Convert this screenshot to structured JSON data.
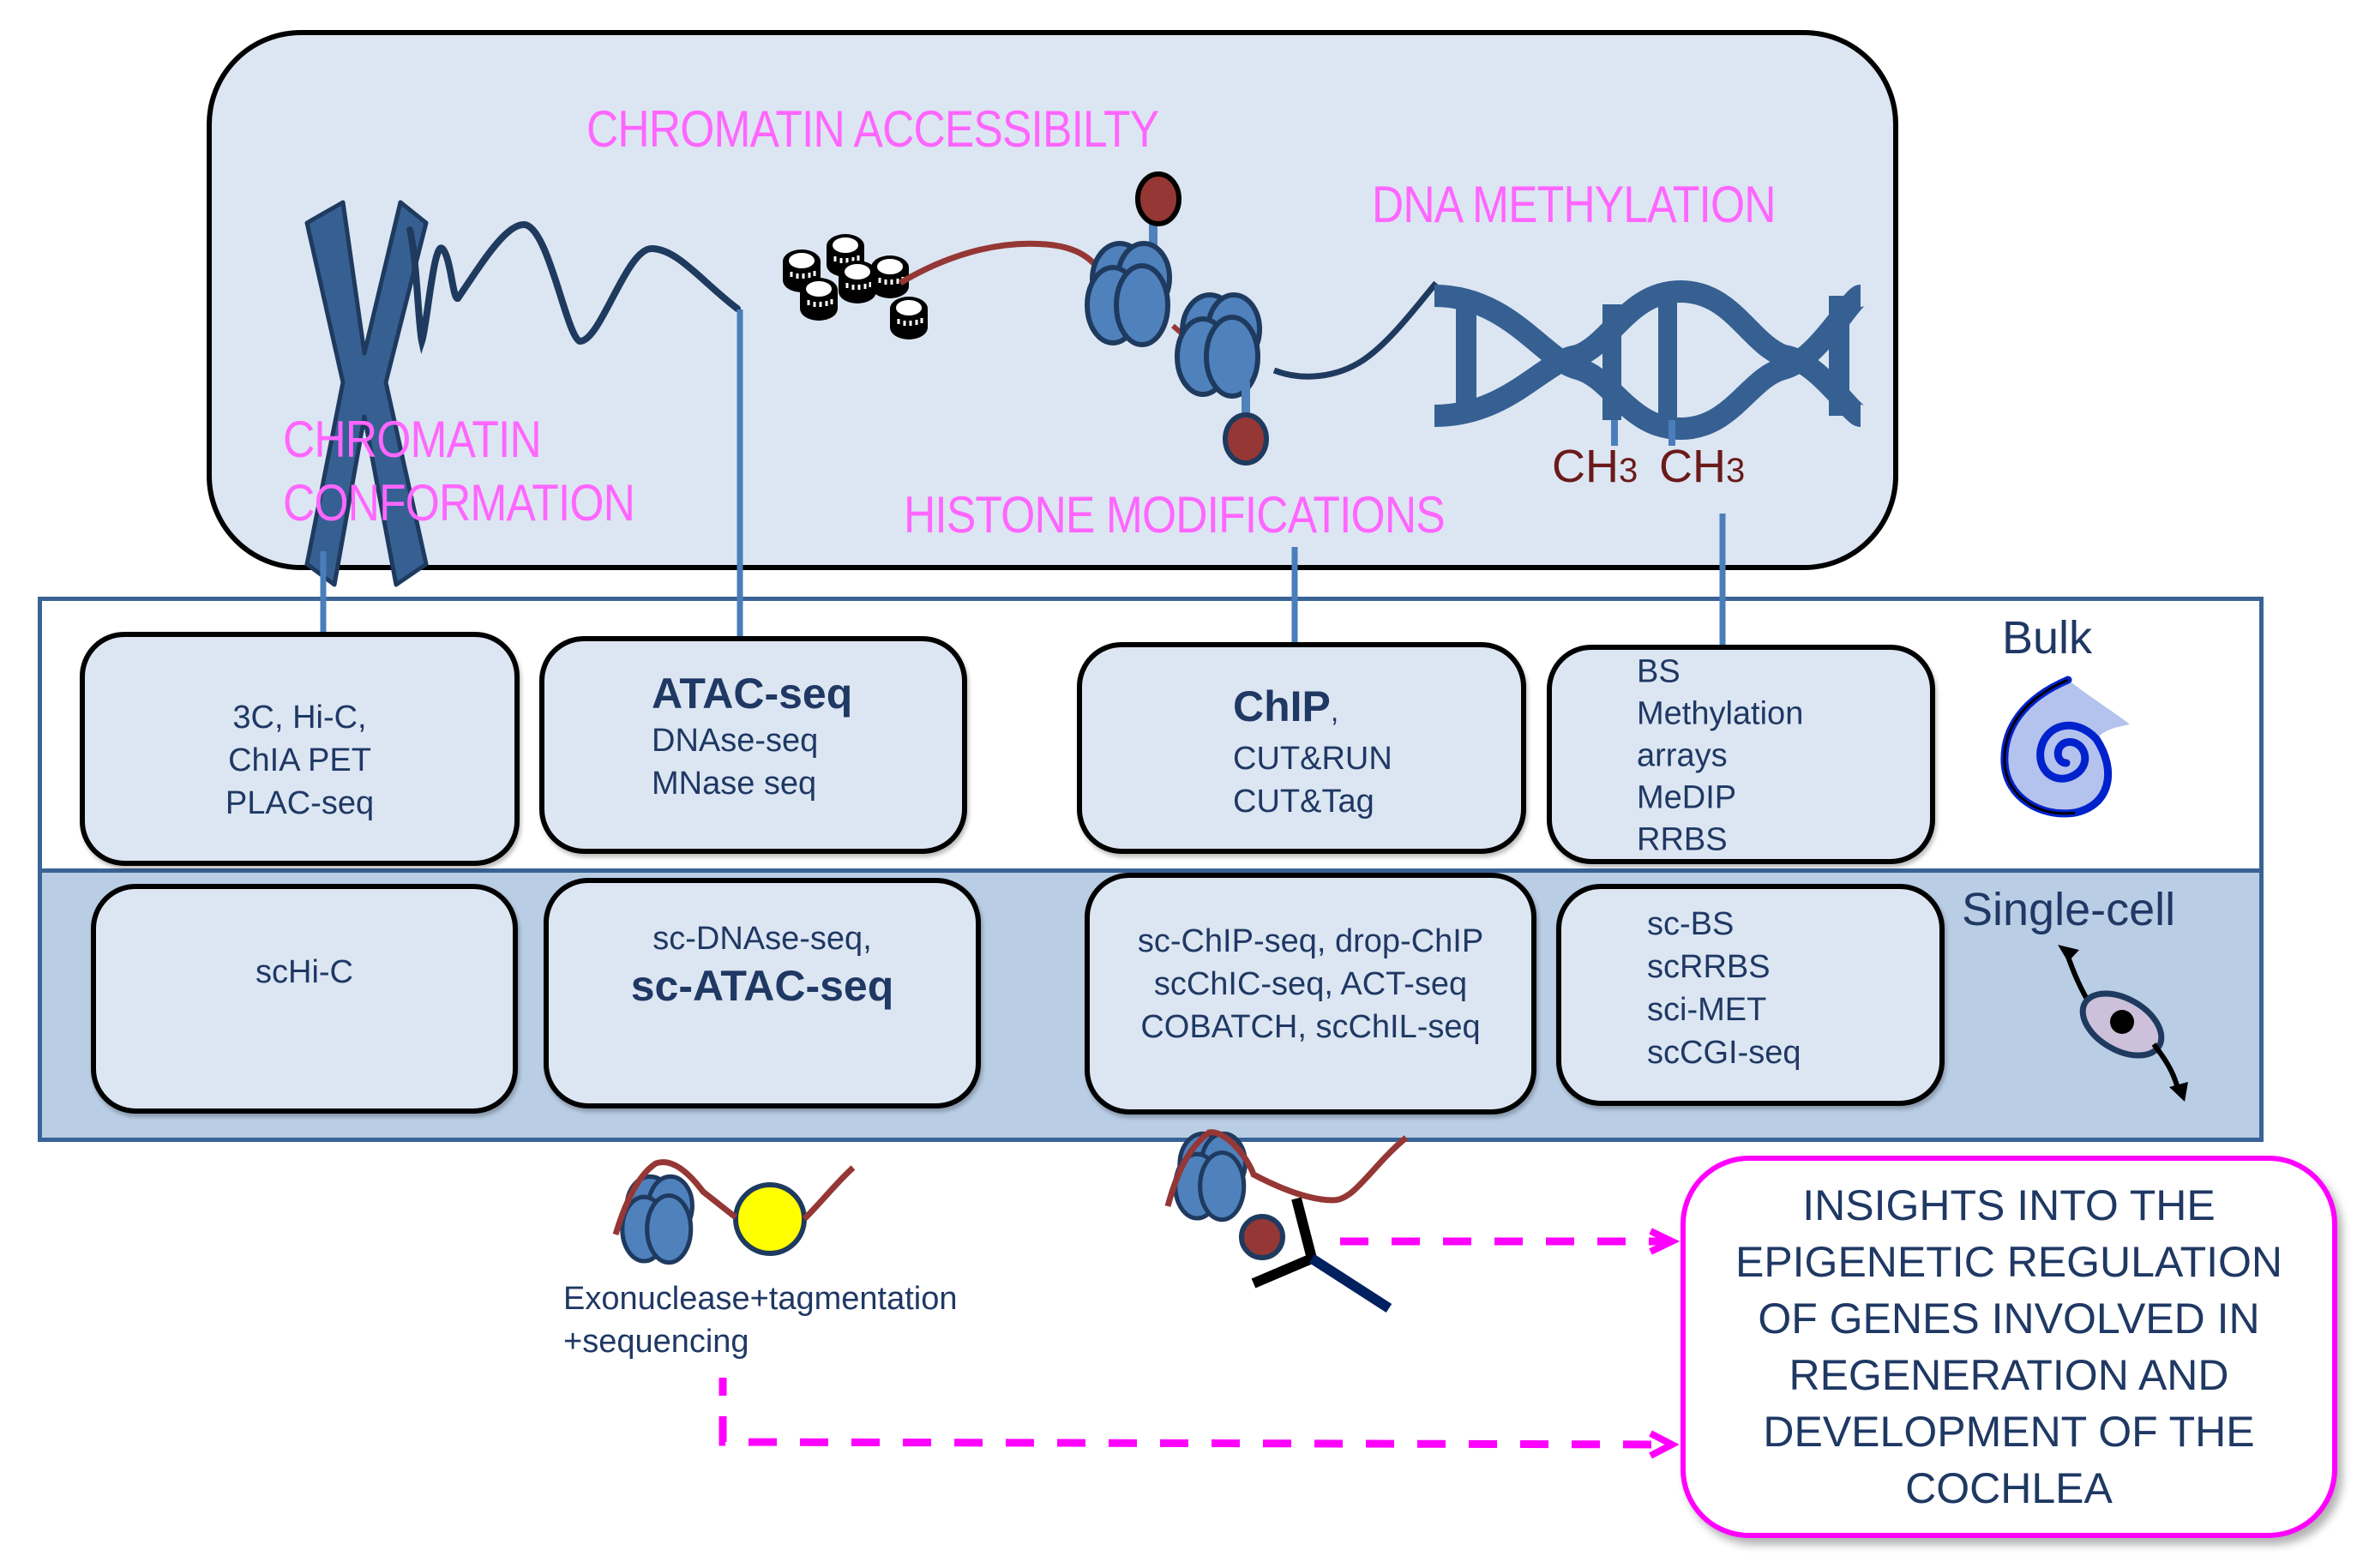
{
  "figure": {
    "top_panel": {
      "labels": {
        "chromatin_accessibility": "CHROMATIN ACCESSIBILTY",
        "dna_methylation": "DNA METHYLATION",
        "chromatin_conformation_line1": "CHROMATIN",
        "chromatin_conformation_line2": "CONFORMATION",
        "histone_modifications": "HISTONE MODIFICATIONS"
      },
      "methyl_groups": [
        {
          "base": "CH",
          "sub": "3"
        },
        {
          "base": "CH",
          "sub": "3"
        }
      ]
    },
    "rows": {
      "bulk_label": "Bulk",
      "single_cell_label": "Single-cell"
    },
    "bulk_boxes": [
      {
        "id": "chromatin-conformation",
        "lines": [
          {
            "text": "3C, Hi-C,",
            "bold": false
          },
          {
            "text": "ChIA PET",
            "bold": false
          },
          {
            "text": "PLAC-seq",
            "bold": false
          }
        ]
      },
      {
        "id": "chromatin-accessibility",
        "lines": [
          {
            "text": "ATAC-seq",
            "bold": true
          },
          {
            "text": "DNAse-seq",
            "bold": false
          },
          {
            "text": "MNase seq",
            "bold": false
          }
        ]
      },
      {
        "id": "histone-modifications",
        "lines": [
          {
            "text": "ChIP",
            "suffix": ",",
            "bold": true
          },
          {
            "text": "CUT&RUN",
            "bold": false
          },
          {
            "text": "CUT&Tag",
            "bold": false
          }
        ]
      },
      {
        "id": "dna-methylation",
        "lines": [
          {
            "text": "BS",
            "bold": false
          },
          {
            "text": "Methylation",
            "bold": false
          },
          {
            "text": "arrays",
            "bold": false
          },
          {
            "text": "MeDIP",
            "bold": false
          },
          {
            "text": "RRBS",
            "bold": false
          }
        ]
      }
    ],
    "single_cell_boxes": [
      {
        "id": "chromatin-conformation",
        "lines": [
          {
            "text": "scHi-C",
            "bold": false
          }
        ]
      },
      {
        "id": "chromatin-accessibility",
        "lines": [
          {
            "text": "sc-DNAse-seq,",
            "bold": false
          },
          {
            "text": "sc-ATAC-seq",
            "bold": true
          }
        ]
      },
      {
        "id": "histone-modifications",
        "lines": [
          {
            "text": "sc-ChIP-seq, drop-ChIP",
            "bold": false
          },
          {
            "text": "scChIC-seq, ACT-seq",
            "bold": false
          },
          {
            "text": "COBATCH, scChIL-seq",
            "bold": false
          }
        ]
      },
      {
        "id": "dna-methylation",
        "lines": [
          {
            "text": "sc-BS",
            "bold": false
          },
          {
            "text": "scRRBS",
            "bold": false
          },
          {
            "text": "sci-MET",
            "bold": false
          },
          {
            "text": "scCGI-seq",
            "bold": false
          }
        ]
      }
    ],
    "bottom": {
      "atac_caption_line1": "Exonuclease+tagmentation",
      "atac_caption_line2": "+sequencing",
      "insights_lines": [
        "INSIGHTS INTO THE",
        "EPIGENETIC REGULATION",
        "OF GENES INVOLVED IN",
        "REGENERATION AND",
        "DEVELOPMENT OF THE",
        "COCHLEA"
      ]
    },
    "icons": [
      "chromosome-icon",
      "chromatin-fiber-icon",
      "nucleosome-stack-icon",
      "histone-nucleosome-icon",
      "histone-mark-icon",
      "dna-double-helix-icon",
      "cochlea-icon",
      "single-cell-icon",
      "tn5-transposase-icon",
      "antibody-icon"
    ],
    "colors": {
      "label_pink": "#ff66ff",
      "text_navy": "#1f3864",
      "panel_fill": "#dce6f2",
      "single_cell_band": "#b9cde5",
      "frame_blue": "#3a6396",
      "arrow_blue": "#4a7ebb",
      "histone_blue": "#4f81bd",
      "dna_blue": "#366092",
      "mark_red": "#953735",
      "tn5_yellow": "#ffff00",
      "dashed_magenta": "#ff00ff",
      "methyl_brown": "#6b1a1a"
    }
  }
}
